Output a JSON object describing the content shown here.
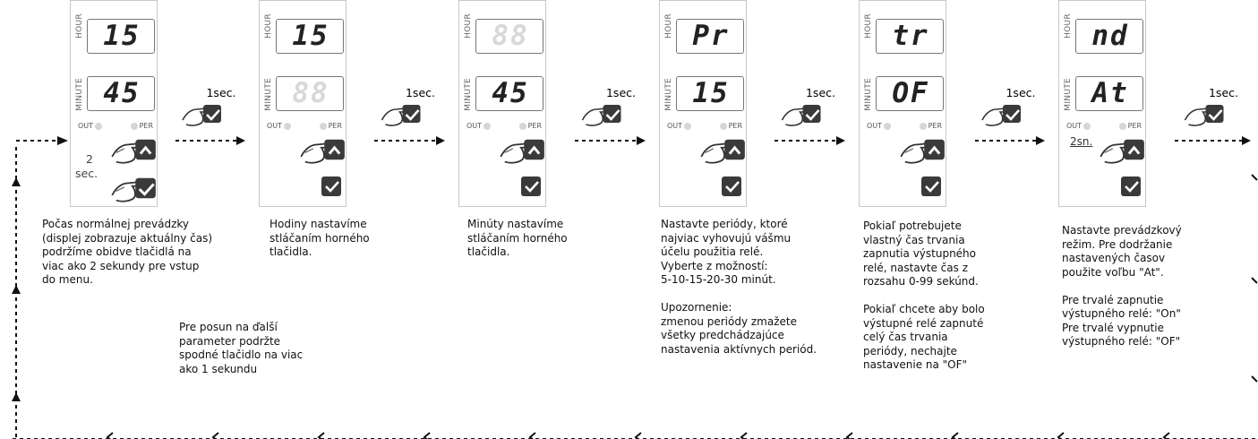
{
  "labels": {
    "hour": "HOUR",
    "minute": "MINUTE",
    "out": "OUT",
    "per": "PER"
  },
  "panels": [
    {
      "top": "15",
      "bottom": "45",
      "top_lit": true,
      "bottom_lit": true
    },
    {
      "top": "15",
      "bottom": "88",
      "top_lit": true,
      "bottom_lit": false
    },
    {
      "top": "88",
      "bottom": "45",
      "top_lit": false,
      "bottom_lit": true
    },
    {
      "top": "Pr",
      "bottom": "15",
      "top_lit": true,
      "bottom_lit": true
    },
    {
      "top": "tr",
      "bottom": "OF",
      "top_lit": true,
      "bottom_lit": true
    },
    {
      "top": "nd",
      "bottom": "At",
      "top_lit": true,
      "bottom_lit": true
    }
  ],
  "step_delay": "1sec.",
  "hold_2sec": {
    "line1": "2",
    "line2": "sec."
  },
  "hold_2sn": "2sn.",
  "annotations": {
    "a1": "Počas normálnej prevádzky\n(displej zobrazuje aktuálny čas)\npodržíme obidve tlačidlá na\nviac ako 2 sekundy pre vstup\ndo menu.",
    "a2": "Hodiny nastavíme\nstláčaním horného\ntlačidla.",
    "a3": "Minúty nastavíme\nstláčaním horného\ntlačidla.",
    "a4": "Nastavte periódy, ktoré\nnajviac vyhovujú vášmu\núčelu použitia relé.\nVyberte z možností:\n5-10-15-20-30 minút.\n\nUpozornenie:\nzmenou periódy zmažete\nvšetky predchádzajúce\nnastavenia aktívnych periód.",
    "a5": "Pokiaľ potrebujete\nvlastný čas trvania\nzapnutia výstupného\nrelé, nastavte čas z\nrozsahu 0-99 sekúnd.\n\nPokiaľ chcete aby bolo\nvýstupné relé zapnuté\ncelý čas trvania\nperiódy, nechajte\nnastavenie na \"OF\"",
    "a6": "Nastavte prevádzkový\nrežim. Pre dodržanie\nnastavených časov\npoužite voľbu \"At\".\n\nPre trvalé zapnutie\nvýstupného relé: \"On\"\nPre trvalé vypnutie\nvýstupného relé: \"OF\"",
    "note": "Pre posun na ďalší\nparameter podržte\nspodné tlačidlo na viac\nako 1 sekundu"
  }
}
